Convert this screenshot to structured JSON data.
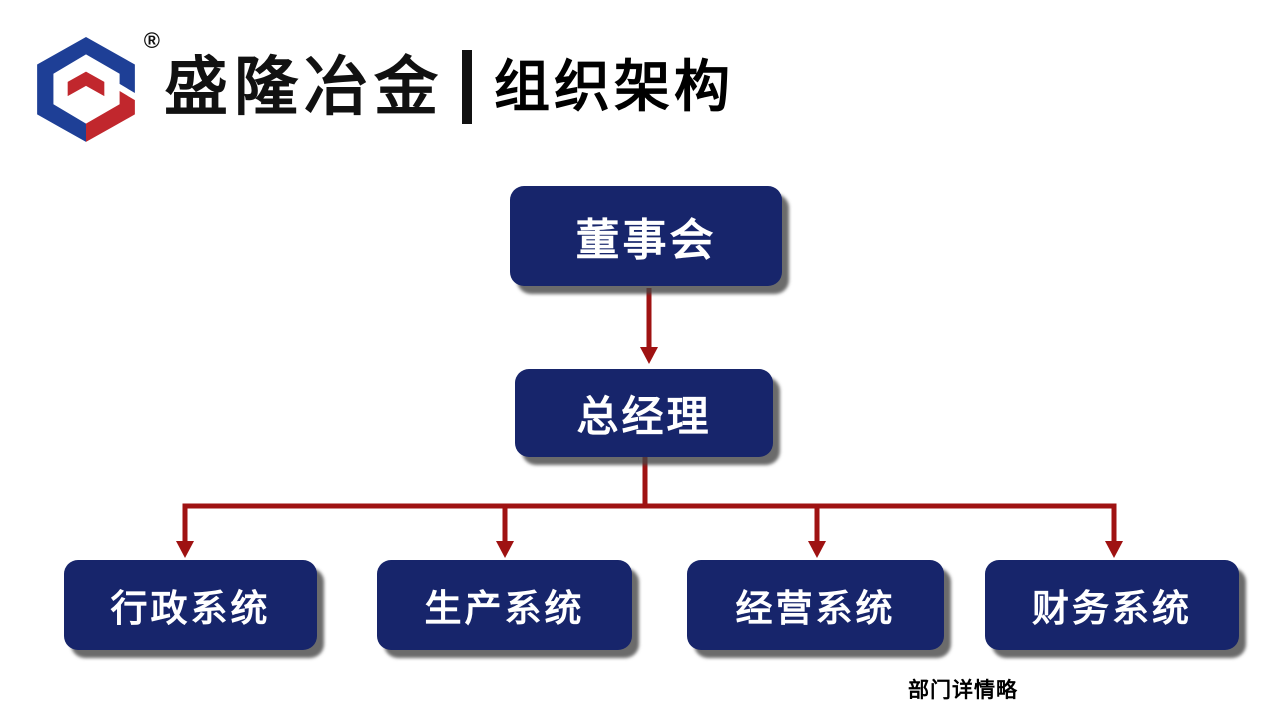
{
  "header": {
    "company_name": "盛隆冶金",
    "registered_mark": "®",
    "page_title": "组织架构"
  },
  "org_chart": {
    "type": "org-tree",
    "nodes": {
      "board": "董事会",
      "general_manager": "总经理"
    },
    "systems": [
      {
        "label": "行政系统"
      },
      {
        "label": "生产系统"
      },
      {
        "label": "经营系统"
      },
      {
        "label": "财务系统"
      }
    ],
    "hierarchy": "董事会 > 总经理 > (行政系统, 生产系统, 经营系统, 财务系统)"
  },
  "footer": {
    "note": "部门详情略"
  },
  "colors": {
    "node_background": "#17256b",
    "connector": "#9f1212",
    "logo_blue": "#1e3f96",
    "logo_red": "#c1272d",
    "title_text": "#000000"
  }
}
